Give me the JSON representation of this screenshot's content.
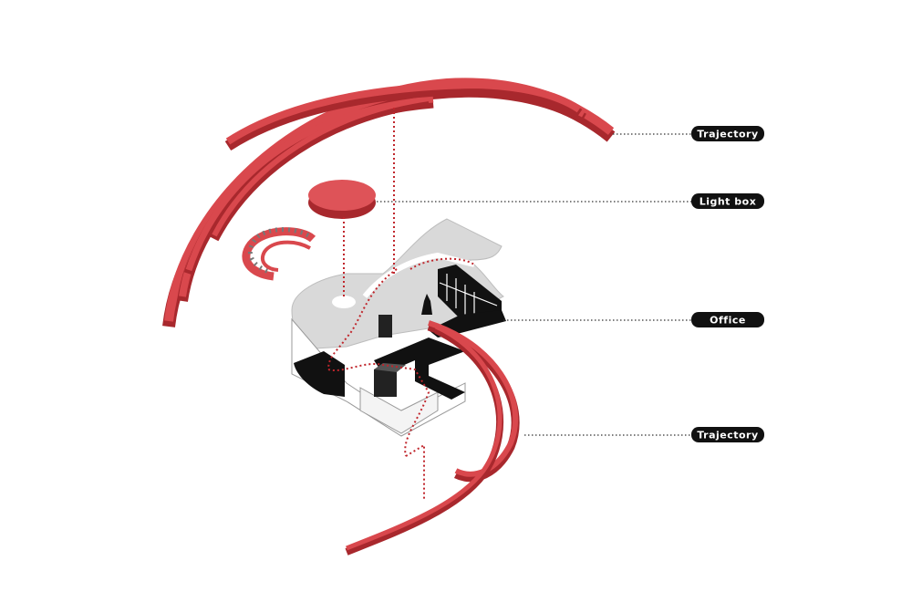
{
  "labels": {
    "trajectory_top": "Trajectory",
    "light_box": "Light box",
    "office": "Office",
    "trajectory_bottom": "Trajectory"
  },
  "colors": {
    "accent_red": "#d9484d",
    "accent_red_dark": "#a8282d",
    "floor_grey": "#d9d9d9",
    "black": "#111111",
    "dotted_line": "#333333",
    "guide_red": "#c0262c"
  }
}
